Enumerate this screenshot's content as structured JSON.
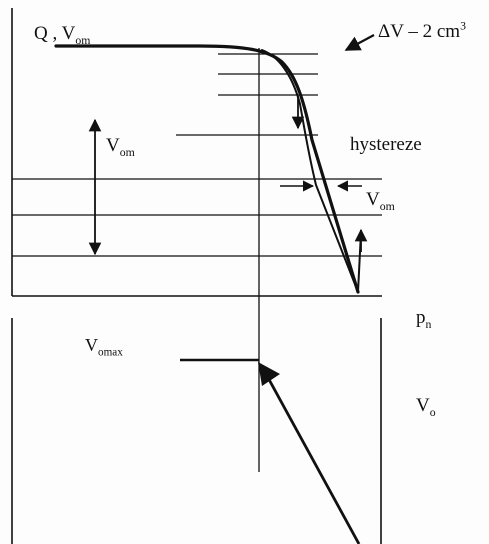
{
  "labels": {
    "q_vom": {
      "main": "Q , V",
      "sub": "om"
    },
    "delta_v": {
      "main": "ΔV – 2 cm",
      "sup": "3"
    },
    "vom_left": {
      "main": "V",
      "sub": "om"
    },
    "hysteresis": "hystereze",
    "vom_right": {
      "main": "V",
      "sub": "om"
    },
    "pn": {
      "main": "p",
      "sub": "n"
    },
    "vomax": {
      "main": "V",
      "sub": "omax"
    },
    "vo": {
      "main": "V",
      "sub": "o"
    }
  },
  "colors": {
    "ink": "#111111",
    "paper": "#fdfdfd"
  }
}
